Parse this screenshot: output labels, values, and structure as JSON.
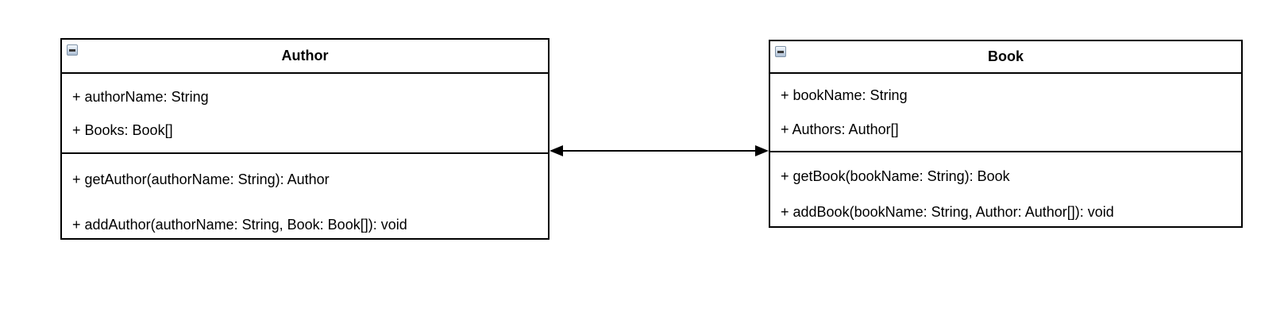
{
  "diagram": {
    "background_color": "#ffffff",
    "stroke_color": "#000000",
    "text_color": "#000000",
    "collapse_icon_colors": {
      "border": "#7f93a8",
      "fill_top": "#f4f8fc",
      "fill_bottom": "#aebfd4",
      "glyph": "#3a3a3a"
    },
    "classes": [
      {
        "name": "Author",
        "attributes": [
          "+ authorName: String",
          "+ Books: Book[]"
        ],
        "methods": [
          "+ getAuthor(authorName: String): Author",
          "+ addAuthor(authorName: String, Book: Book[]): void"
        ]
      },
      {
        "name": "Book",
        "attributes": [
          "+ bookName: String",
          "+ Authors: Author[]"
        ],
        "methods": [
          "+ getBook(bookName: String): Book",
          "+ addBook(bookName: String, Author: Author[]): void"
        ]
      }
    ],
    "connector": {
      "type": "bidirectional-association",
      "from": "Author",
      "to": "Book"
    }
  }
}
